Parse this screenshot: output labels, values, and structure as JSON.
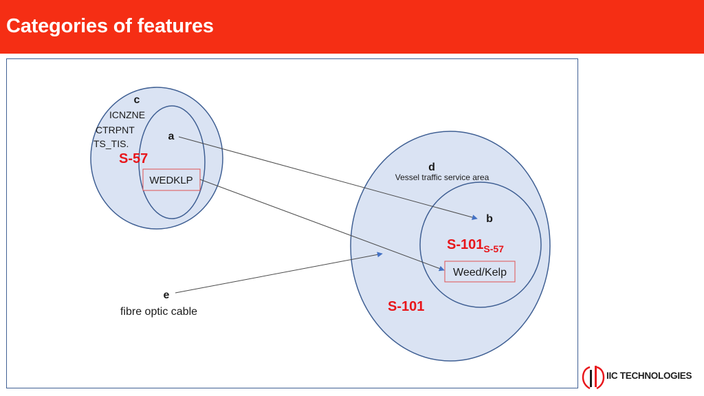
{
  "header": {
    "title": "Categories of features"
  },
  "diagram": {
    "left_group": {
      "outer_label": "c",
      "codes": [
        "ICNZNE",
        "CTRPNT",
        "TS_TIS."
      ],
      "standard": "S-57",
      "inner_label": "a",
      "inner_box": "WEDKLP"
    },
    "right_group": {
      "outer_label": "d",
      "outer_desc": "Vessel traffic service area",
      "standard": "S-101",
      "inner_label": "b",
      "inner_standard": "S-101",
      "inner_standard_sub": "S-57",
      "inner_box": "Weed/Kelp"
    },
    "standalone": {
      "label": "e",
      "desc": "fibre optic cable"
    }
  },
  "colors": {
    "header": "#f52e14",
    "circle_fill": "#dae3f3",
    "circle_stroke": "#3f5f93",
    "standard_text": "#e8161b",
    "arrow": "#4472c4",
    "box_border": "#e05050"
  },
  "logo": {
    "text": "IIC TECHNOLOGIES",
    "icon": "iic-logo-icon"
  }
}
